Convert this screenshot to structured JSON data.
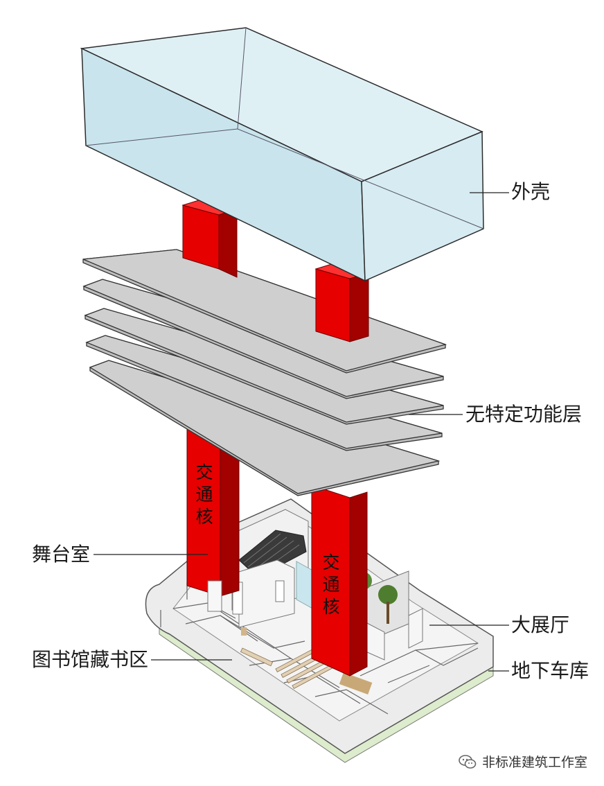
{
  "labels": {
    "shell": "外壳",
    "floors": "无特定功能层",
    "stage_room": "舞台室",
    "exhibition_hall": "大展厅",
    "library_stacks": "图书馆藏书区",
    "parking": "地下车库"
  },
  "core_labels": {
    "left": "交通核",
    "right": "交通核"
  },
  "watermark": "非标准建筑工作室",
  "colors": {
    "core_red": "#e60000",
    "core_dark": "#a30000",
    "glass": "#d6ebf2",
    "floor_plate": "#cfcfcf",
    "base_gray": "#efefef",
    "ground_green": "#dceccc"
  }
}
